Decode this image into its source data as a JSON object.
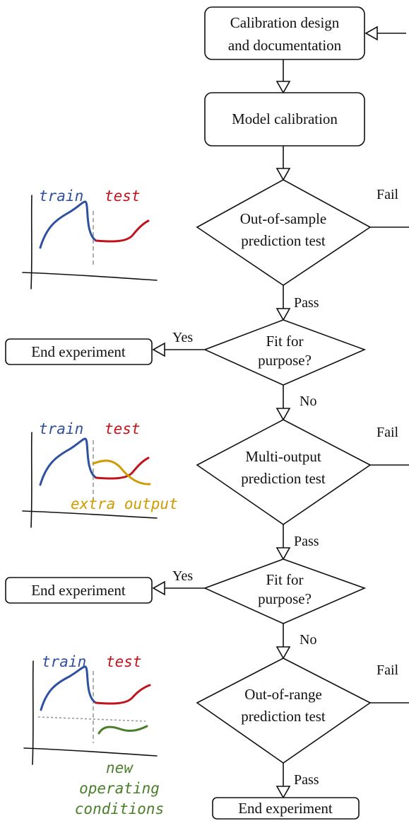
{
  "nodes": {
    "calibration_design": [
      "Calibration design",
      "and documentation"
    ],
    "model_calibration": "Model calibration",
    "out_of_sample_test": [
      "Out-of-sample",
      "prediction test"
    ],
    "fit_for_purpose_1": [
      "Fit for",
      "purpose?"
    ],
    "end_experiment_1": "End experiment",
    "multi_output_test": [
      "Multi-output",
      "prediction test"
    ],
    "fit_for_purpose_2": [
      "Fit for",
      "purpose?"
    ],
    "end_experiment_2": "End experiment",
    "out_of_range_test": [
      "Out-of-range",
      "prediction test"
    ],
    "end_experiment_3": "End experiment"
  },
  "edges": {
    "fail": "Fail",
    "pass": "Pass",
    "yes": "Yes",
    "no": "No"
  },
  "sketches": {
    "train": "train",
    "test": "test",
    "extra_output": "extra output",
    "new_operating_conditions": [
      "new",
      "operating",
      "conditions"
    ]
  },
  "colors": {
    "train": "#2f4f9f",
    "test": "#c0141c",
    "extra_output": "#d19a00",
    "new_conditions": "#4a7f2a",
    "lines": "#111111"
  }
}
